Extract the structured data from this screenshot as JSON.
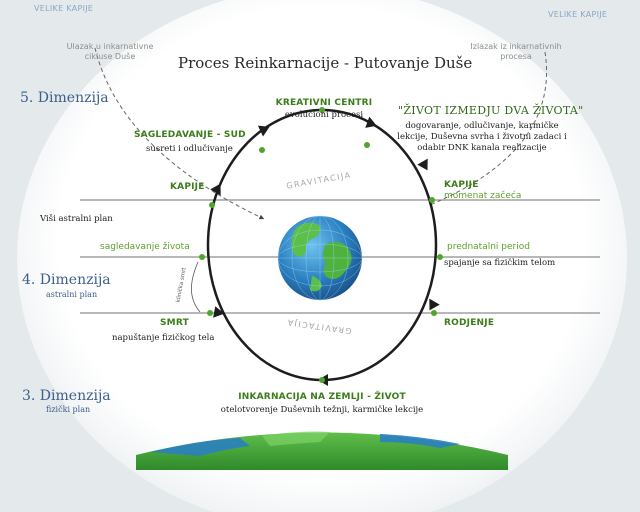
{
  "title": "Proces Reinkarnacije - Putovanje Duše",
  "corners": {
    "left": "VELIKE KAPIJE",
    "right": "VELIKE KAPIJE"
  },
  "gates_notes": {
    "entry": "Ulazak u inkarnativne cikluse Duše",
    "exit": "Izlazak iz inkarnativnih procesa"
  },
  "dimensions": {
    "d5": {
      "title": "5. Dimenzija"
    },
    "d4": {
      "title": "4. Dimenzija",
      "sub": "astralni plan"
    },
    "d3": {
      "title": "3. Dimenzija",
      "sub": "fizički plan"
    }
  },
  "planes": {
    "higher_astral": "Viši astralni plan"
  },
  "nodes": {
    "creative": {
      "label": "KREATIVNI CENTRI",
      "desc": "evolucioni procesi"
    },
    "judgement": {
      "label": "SAGLEDAVANJE - SUD",
      "desc": "susreti i odlučivanje"
    },
    "gates_left": {
      "label": "KAPIJE"
    },
    "gates_right": {
      "label": "KAPIJE",
      "desc": "momenat začeća"
    },
    "life_review": {
      "label": "sagledavanje života"
    },
    "prenatal": {
      "label": "prednatalni period",
      "desc": "spajanje sa fizičkim telom"
    },
    "death": {
      "label": "SMRT",
      "desc": "napuštanje fizičkog tela"
    },
    "birth": {
      "label": "RODJENJE"
    },
    "incarnation": {
      "label": "INKARNACIJA NA ZEMLJI - ŽIVOT",
      "desc": "otelotvorenje Duševnih težnji, karmičke lekcije"
    }
  },
  "between_lives": {
    "title": "\"ŽIVOT IZMEDJU DVA ŽIVOTA\"",
    "text": "dogovaranje, odlučivanje, karmičke lekcije, Duševna svrha i životni zadaci i odabir DNK kanala realizacije"
  },
  "gravity": {
    "top": "GRAVITACIJA",
    "bottom": "GRAVITACIJA"
  },
  "small_note": "kliničkа smrt",
  "colors": {
    "green": "#3a7d19",
    "blue": "#3d5f8c",
    "background": "#e4e9ec",
    "ocean": "#2a7fc0",
    "land": "#4aa73a"
  }
}
